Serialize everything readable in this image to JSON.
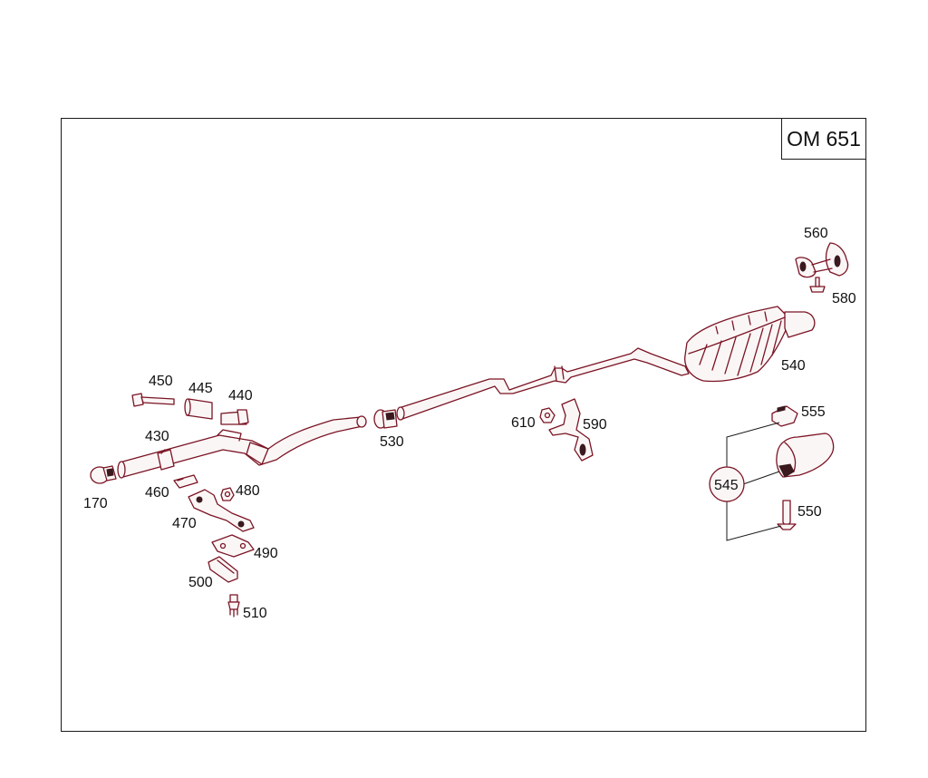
{
  "engine_label": "OM 651",
  "labels": {
    "p170": "170",
    "p430": "430",
    "p440": "440",
    "p445": "445",
    "p450": "450",
    "p460": "460",
    "p470": "470",
    "p480": "480",
    "p490": "490",
    "p500": "500",
    "p510": "510",
    "p530": "530",
    "p540": "540",
    "p545": "545",
    "p550": "550",
    "p555": "555",
    "p560": "560",
    "p580": "580",
    "p590": "590",
    "p610": "610"
  },
  "colors": {
    "line": "#7a1424",
    "frame": "#1a1a1a"
  }
}
